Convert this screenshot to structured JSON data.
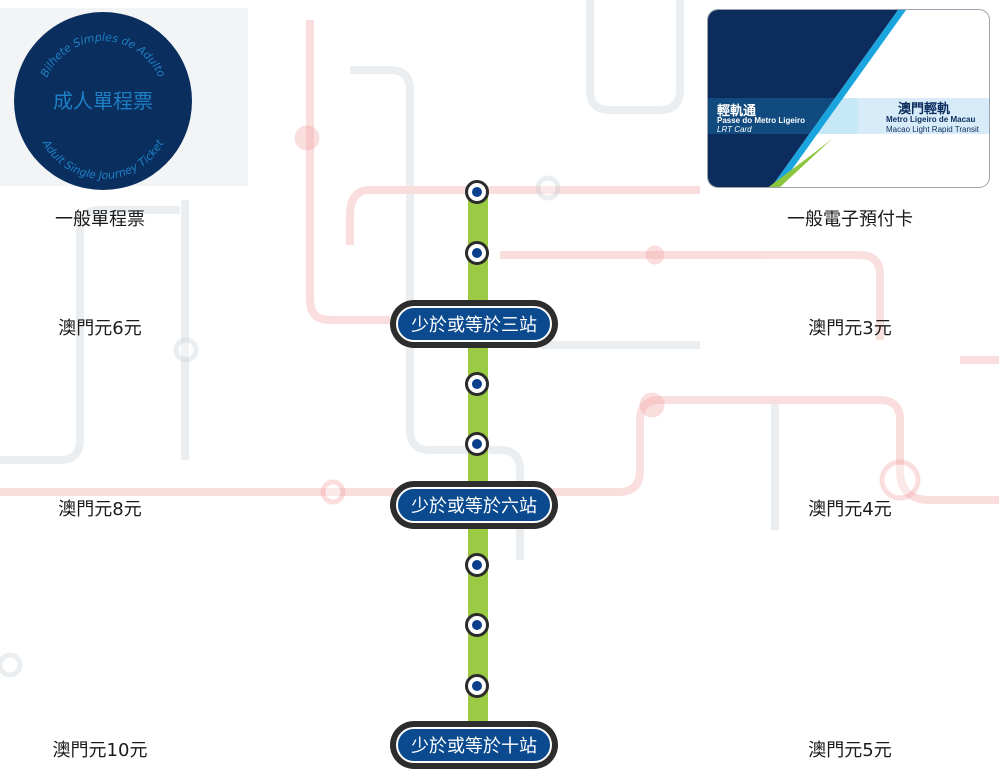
{
  "tickets": {
    "single_journey": {
      "title": "一般單程票",
      "token_text_main": "成人單程票",
      "token_text_top": "Bilhete Simples de Adulto",
      "token_text_bottom": "Adult Single Journey Ticket"
    },
    "prepaid_card": {
      "title": "一般電子預付卡",
      "card_name_zh": "輕軌通",
      "card_name_pt": "Passe do Metro Ligeiro",
      "card_name_en": "LRT Card",
      "brand_zh": "澳門輕軌",
      "brand_pt": "Metro Ligeiro de Macau",
      "brand_en": "Macao Light Rapid Transit"
    }
  },
  "fares": [
    {
      "stops": "少於或等於三站",
      "single": "澳門元6元",
      "card": "澳門元3元"
    },
    {
      "stops": "少於或等於六站",
      "single": "澳門元8元",
      "card": "澳門元4元"
    },
    {
      "stops": "少於或等於十站",
      "single": "澳門元10元",
      "card": "澳門元5元"
    }
  ],
  "colors": {
    "navy": "#0b3f8c",
    "line_green": "#9bcb45",
    "card_navy": "#0c2c5e",
    "card_cyan": "#1aa5de",
    "map_red": "#f2a2a2",
    "map_grey": "#c7cfd6"
  }
}
